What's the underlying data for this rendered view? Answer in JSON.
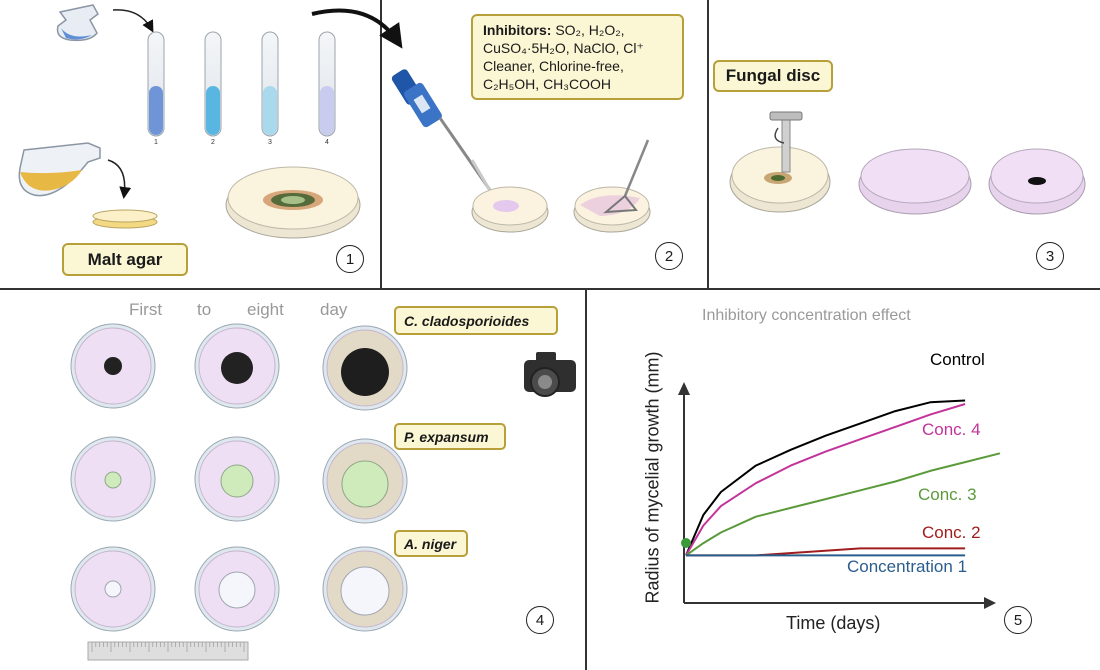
{
  "panel1": {
    "label": "Malt agar",
    "tube_numbers": [
      "1",
      "2",
      "3",
      "4"
    ],
    "step": "1"
  },
  "panel2": {
    "inhibitors_title": "Inhibitors:",
    "inhibitors_text": "SO₂, H₂O₂, CuSO₄·5H₂O, NaClO, Cl⁺ Cleaner, Chlorine-free, C₂H₅OH, CH₃COOH",
    "step": "2"
  },
  "panel3": {
    "label": "Fungal disc",
    "step": "3"
  },
  "panel4": {
    "days": [
      "First",
      "to",
      "eight",
      "day"
    ],
    "species": [
      "C. cladosporioides",
      "P. expansum",
      "A. niger"
    ],
    "step": "4"
  },
  "panel5": {
    "step": "5"
  },
  "chart_data": {
    "type": "line",
    "title": "Inhibitory concentration effect",
    "xlabel": "Time (days)",
    "ylabel": "Radius of mycelial growth (mm)",
    "series": [
      {
        "name": "Control",
        "color": "#000000",
        "x": [
          0,
          0.5,
          1,
          2,
          3,
          4,
          5,
          6,
          7,
          8
        ],
        "values": [
          1.0,
          3.3,
          4.6,
          6.1,
          7.0,
          7.8,
          8.5,
          9.2,
          9.7,
          9.8
        ]
      },
      {
        "name": "Conc. 4",
        "color": "#c2349a",
        "x": [
          0,
          0.5,
          1,
          2,
          3,
          4,
          5,
          6,
          7,
          8
        ],
        "values": [
          1.0,
          2.7,
          3.8,
          5.1,
          6.1,
          6.9,
          7.6,
          8.3,
          9.0,
          9.6
        ]
      },
      {
        "name": "Conc. 3",
        "color": "#5a9a3a",
        "x": [
          0,
          0.5,
          1,
          2,
          3,
          4,
          5,
          6,
          7,
          8,
          9
        ],
        "values": [
          1.0,
          1.7,
          2.3,
          3.2,
          3.7,
          4.2,
          4.7,
          5.2,
          5.8,
          6.3,
          6.8
        ]
      },
      {
        "name": "Conc. 2",
        "color": "#a01d1d",
        "x": [
          0,
          2,
          5,
          8
        ],
        "values": [
          1.0,
          1.0,
          1.4,
          1.4
        ]
      },
      {
        "name": "Concentration 1",
        "color": "#2b5d8c",
        "x": [
          0,
          8
        ],
        "values": [
          1.0,
          1.0
        ]
      }
    ]
  }
}
